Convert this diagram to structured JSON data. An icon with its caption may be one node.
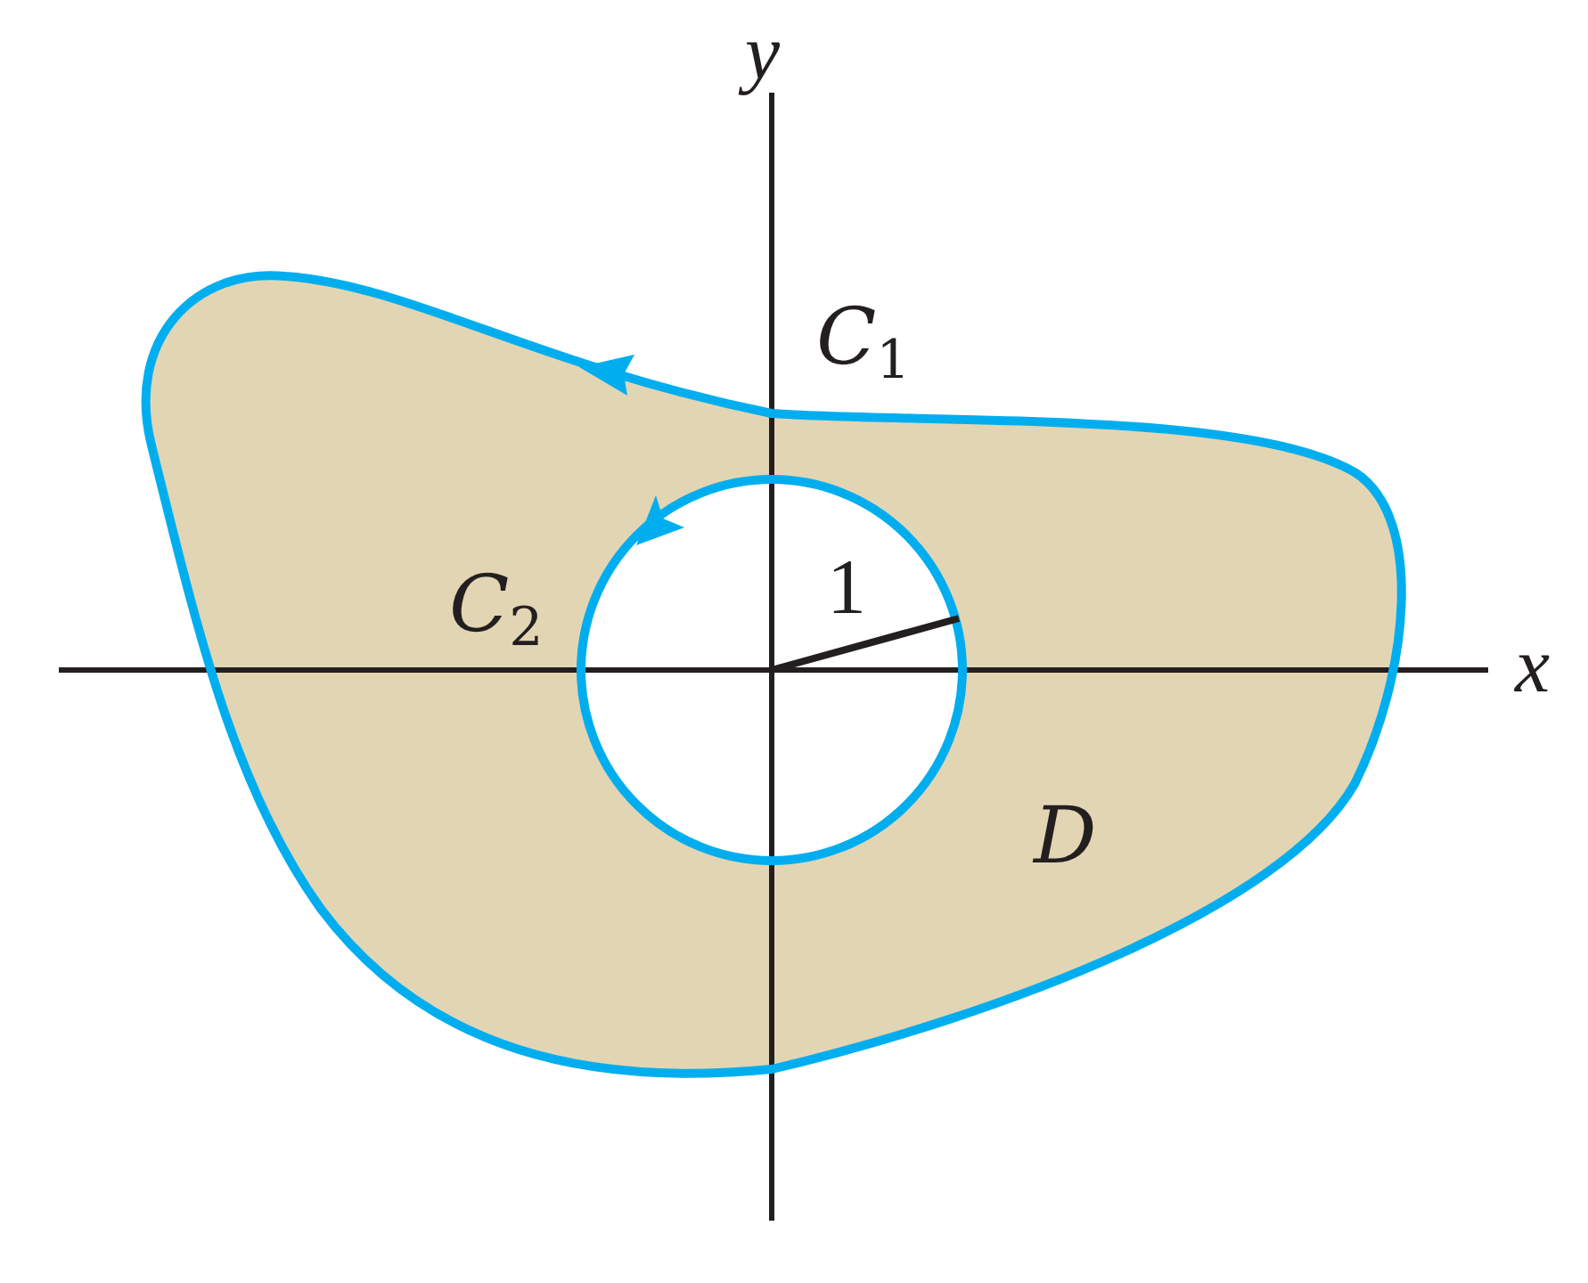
{
  "diagram": {
    "labels": [
      "y",
      "C$_{1}$",
      "C$_{2}$",
      "1",
      "x",
      "D"
    ]
  }
}
